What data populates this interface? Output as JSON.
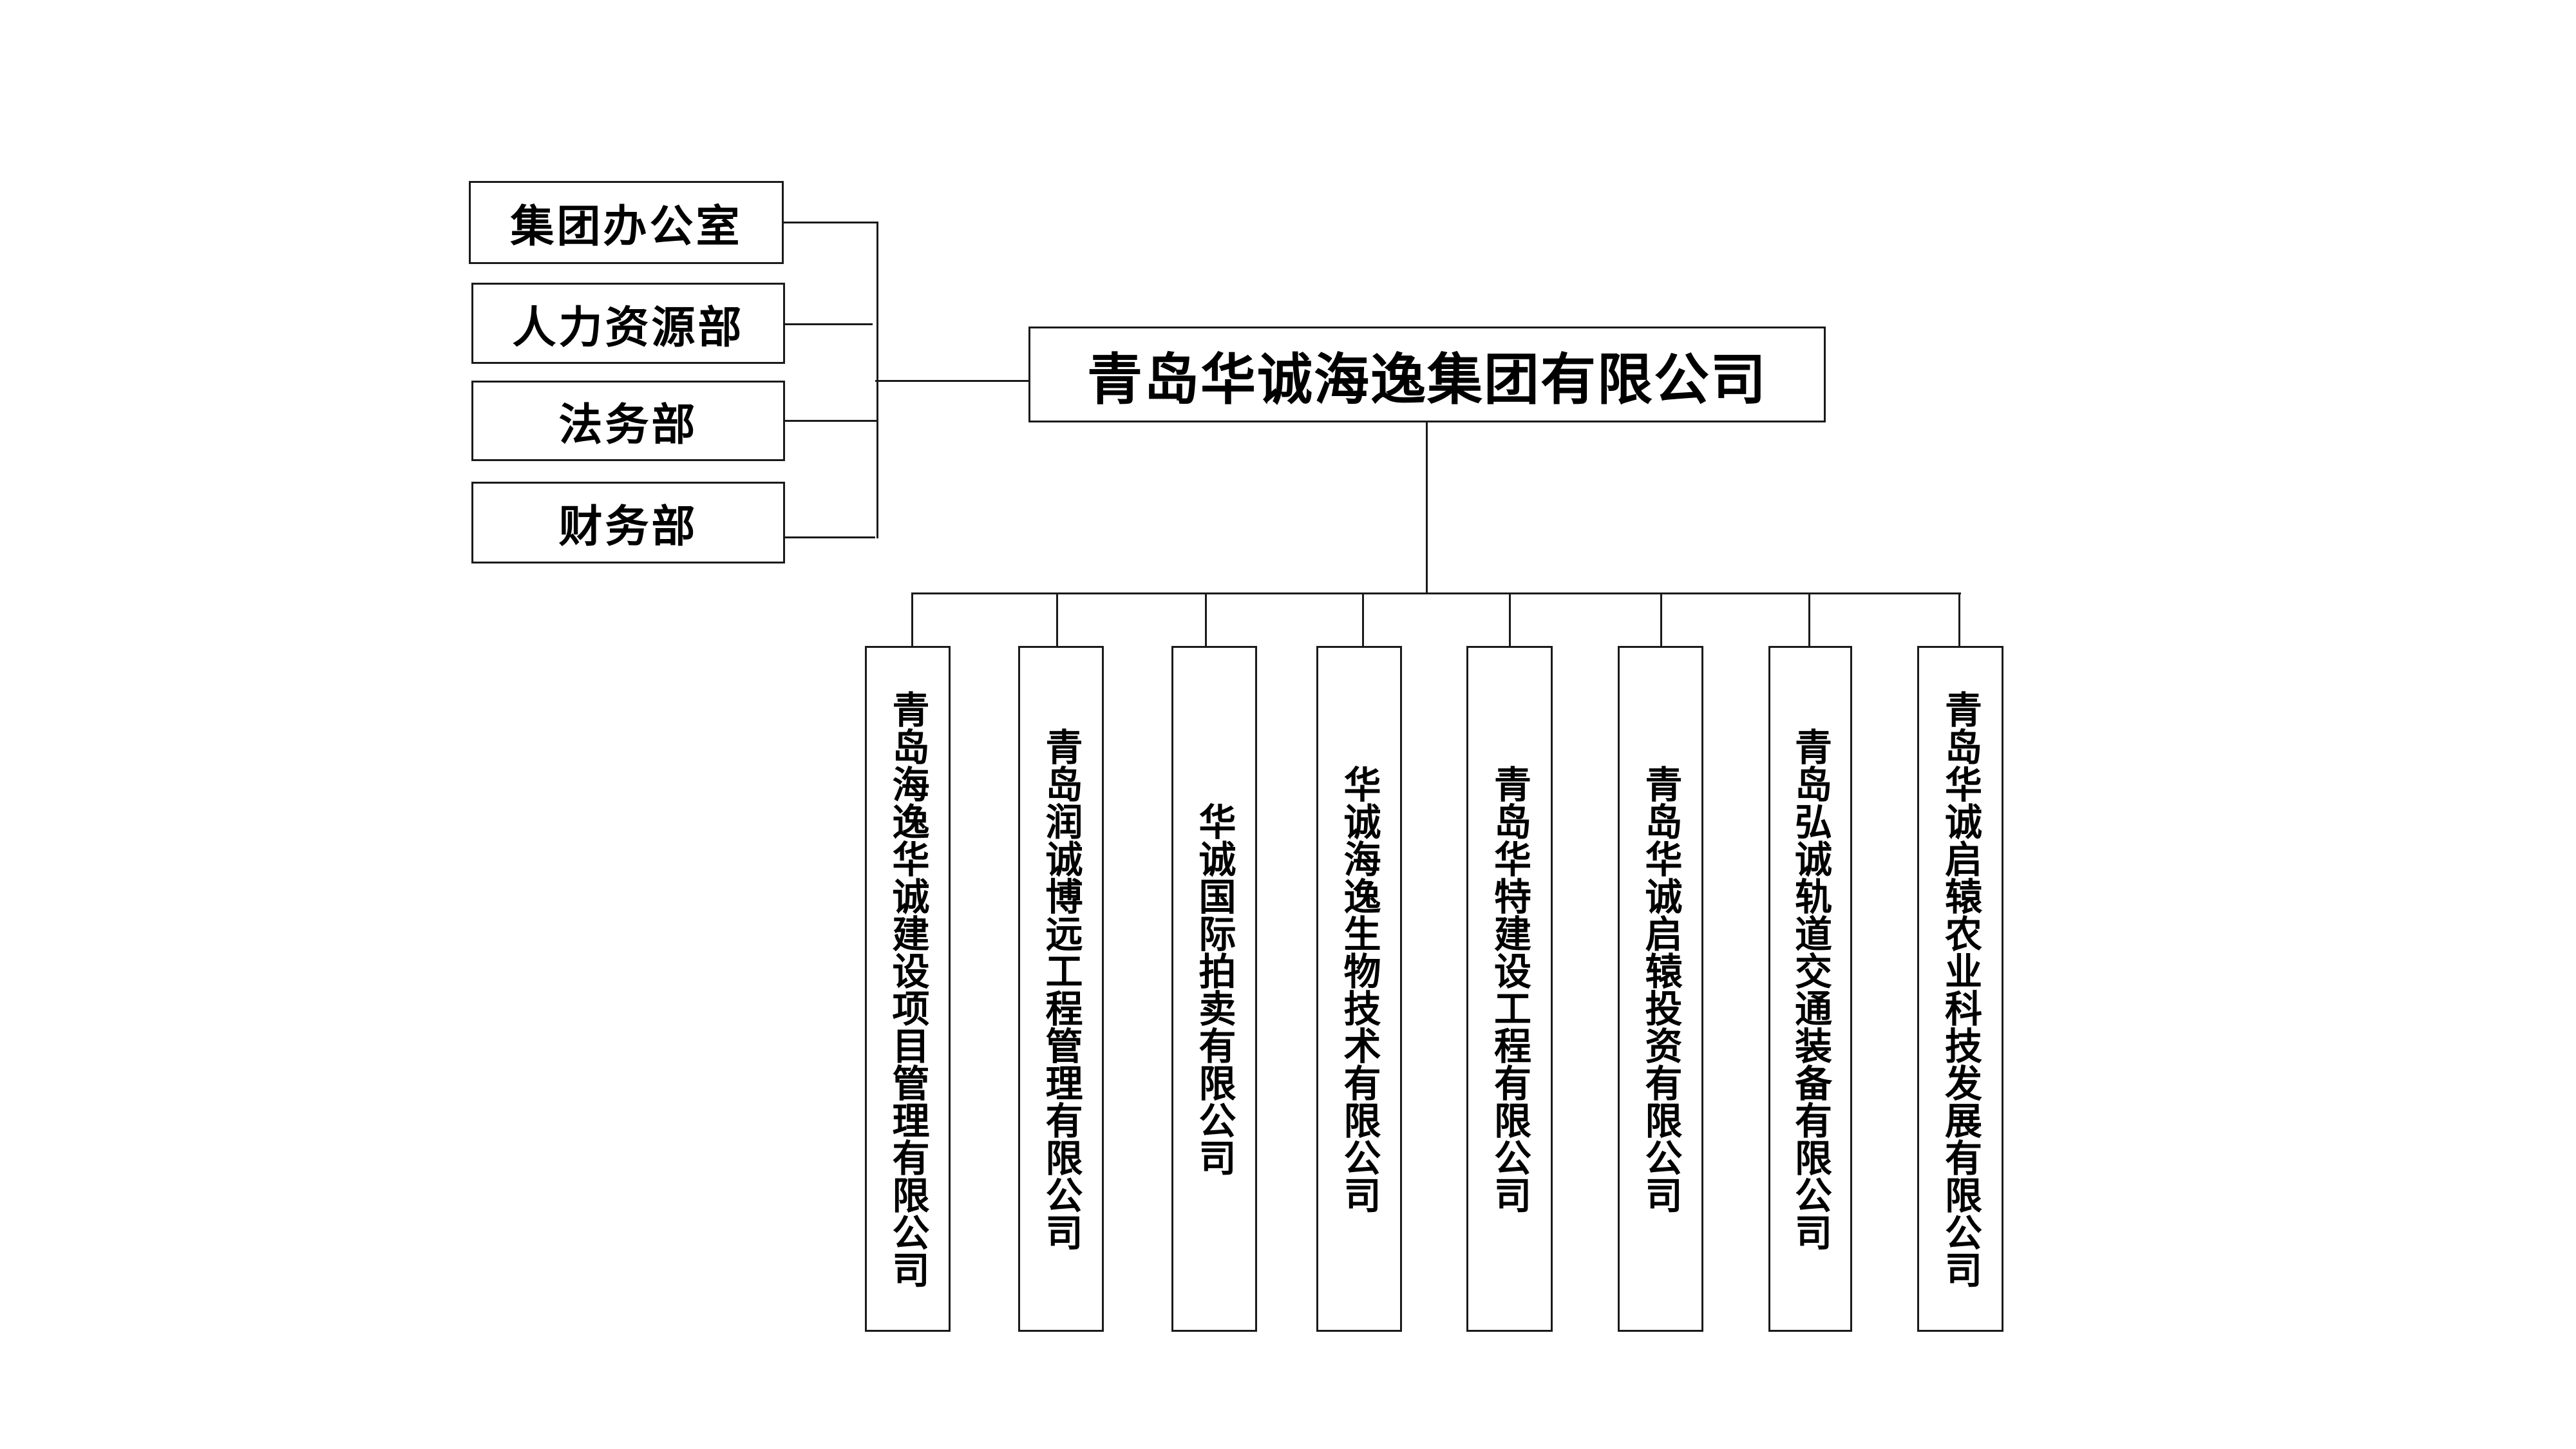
{
  "root": {
    "name": "青岛华诚海逸集团有限公司"
  },
  "departments": [
    {
      "name": "集团办公室"
    },
    {
      "name": "人力资源部"
    },
    {
      "name": "法务部"
    },
    {
      "name": "财务部"
    }
  ],
  "subsidiaries": [
    {
      "name": "青岛海逸华诚建设项目管理有限公司"
    },
    {
      "name": "青岛润诚博远工程管理有限公司"
    },
    {
      "name": "华诚国际拍卖有限公司"
    },
    {
      "name": "华诚海逸生物技术有限公司"
    },
    {
      "name": "青岛华特建设工程有限公司"
    },
    {
      "name": "青岛华诚启辕投资有限公司"
    },
    {
      "name": "青岛弘诚轨道交通装备有限公司"
    },
    {
      "name": "青岛华诚启辕农业科技发展有限公司"
    }
  ]
}
